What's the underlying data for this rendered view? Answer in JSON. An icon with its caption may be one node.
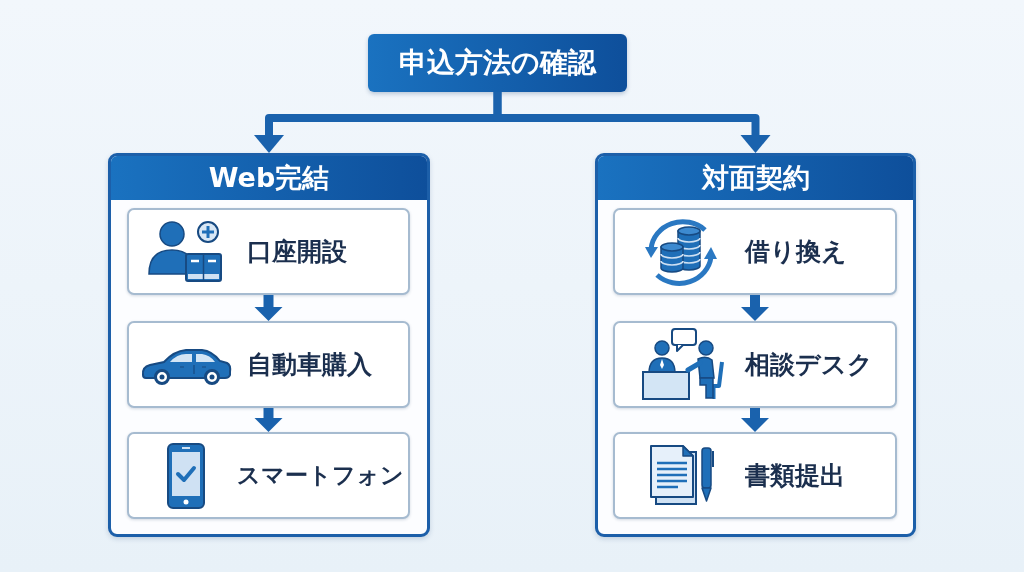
{
  "diagram": {
    "nodes": [
      {
        "text": [
          "申込方法の確認"
        ]
      },
      {
        "text": [
          "Web完結"
        ]
      },
      {
        "text": [
          "口座開設"
        ],
        "in": 1
      },
      {
        "text": [
          "自動車購入"
        ],
        "in": 1
      },
      {
        "text": [
          "スマートフォン"
        ],
        "in": 1
      },
      {
        "text": [
          "対面契約"
        ]
      },
      {
        "text": [
          "借り換え"
        ],
        "in": 5
      },
      {
        "text": [
          "相談デスク"
        ],
        "in": 5
      },
      {
        "text": [
          "書類提出"
        ],
        "in": 5
      }
    ],
    "edges": [
      {
        "from": 0,
        "to": 1,
        "arrow": "to"
      },
      {
        "from": 0,
        "to": 5,
        "arrow": "to"
      },
      {
        "from": 2,
        "to": 3,
        "arrow": "to"
      },
      {
        "from": 3,
        "to": 4,
        "arrow": "to"
      },
      {
        "from": 6,
        "to": 7,
        "arrow": "to"
      },
      {
        "from": 7,
        "to": 8,
        "arrow": "to"
      }
    ]
  }
}
